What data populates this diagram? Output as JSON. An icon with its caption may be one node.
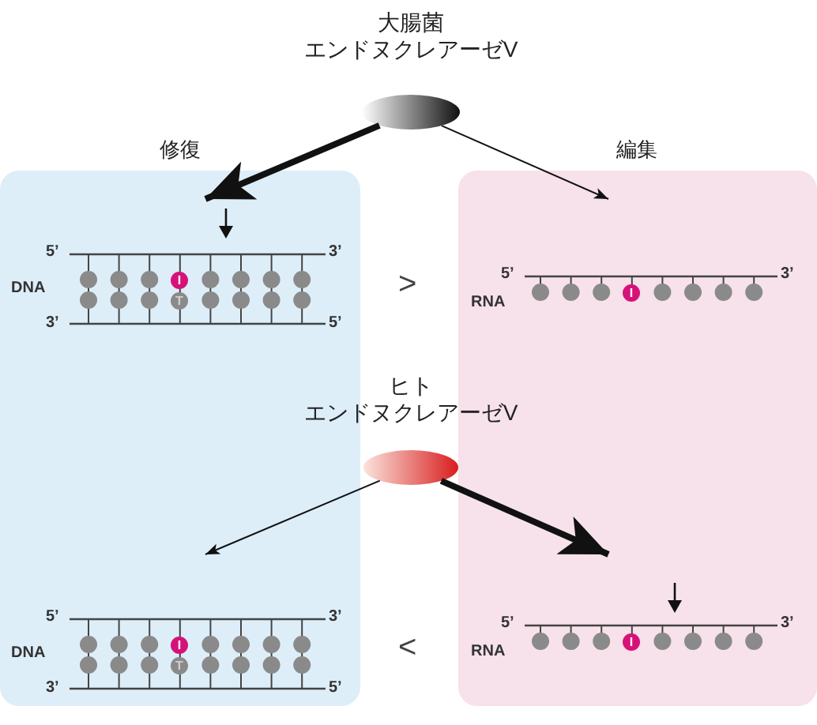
{
  "diagram": {
    "nodes": [
      {
        "text": [
          "修復"
        ]
      },
      {
        "text": [
          "編集"
        ]
      },
      {
        "text": [
          "大腸菌",
          "エンドヌクレアーゼV"
        ]
      },
      {
        "text": [
          "ヒト",
          "エンドヌクレアーゼV"
        ]
      }
    ],
    "edges": [
      {
        "from": 2,
        "to": 0,
        "arrow": "to",
        "style": "thick"
      },
      {
        "from": 2,
        "to": 1,
        "arrow": "to"
      },
      {
        "from": 3,
        "to": 0,
        "arrow": "to"
      },
      {
        "from": 3,
        "to": 1,
        "arrow": "to",
        "style": "thick"
      }
    ],
    "labels": [
      "5’",
      "3’",
      "DNA",
      "I",
      "T",
      "3’",
      "5’",
      ">",
      "5’",
      "3’",
      "I",
      "RNA",
      "5’",
      "3’",
      "DNA",
      "I",
      "T",
      "3’",
      "5’",
      "<",
      "5’",
      "3’",
      "I",
      "RNA"
    ]
  }
}
